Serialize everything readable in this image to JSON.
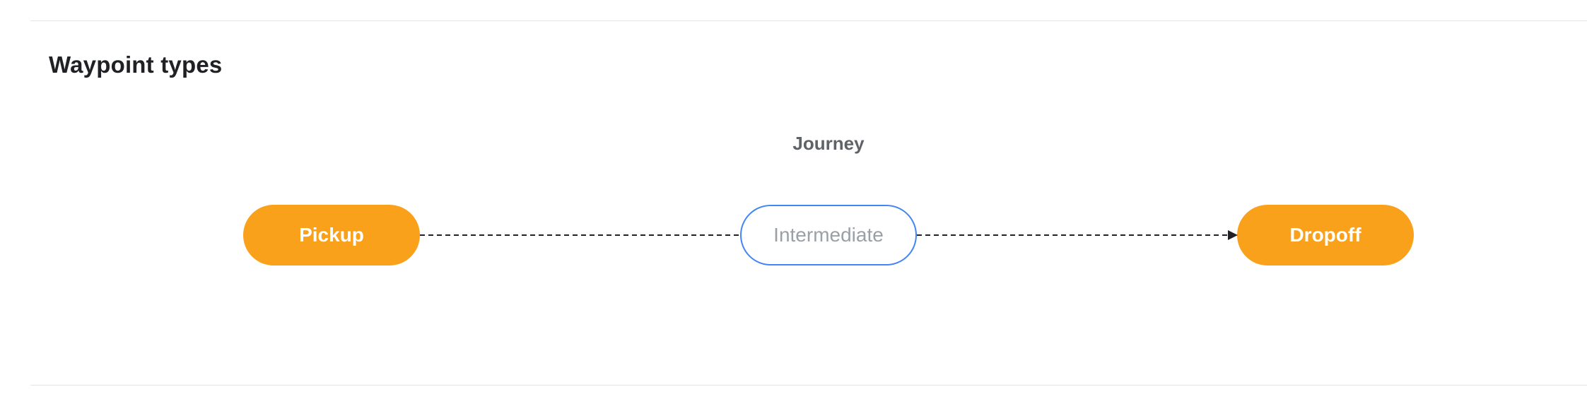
{
  "page": {
    "heading": "Waypoint types"
  },
  "diagram": {
    "title": "Journey",
    "nodes": [
      {
        "label": "Pickup",
        "style": "filled"
      },
      {
        "label": "Intermediate",
        "style": "outline"
      },
      {
        "label": "Dropoff",
        "style": "filled"
      }
    ],
    "connections": [
      {
        "from": "Pickup",
        "to": "Intermediate",
        "line": "dashed",
        "arrowhead": false
      },
      {
        "from": "Intermediate",
        "to": "Dropoff",
        "line": "dashed",
        "arrowhead": true
      }
    ],
    "colors": {
      "pill_fill": "#F9A11B",
      "pill_text_filled": "#FFFFFF",
      "outline_border": "#4285F4",
      "outline_text": "#9AA0A6",
      "title_text": "#5F6368",
      "heading_text": "#202124",
      "connector": "#202124",
      "divider": "#E4E4E4"
    }
  }
}
